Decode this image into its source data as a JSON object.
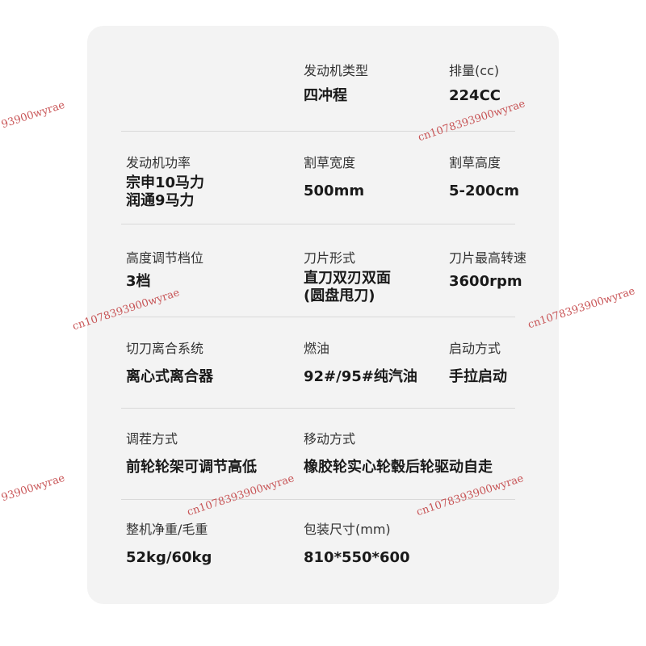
{
  "specs": {
    "row1": {
      "engine_type": {
        "label": "发动机类型",
        "value": "四冲程"
      },
      "displacement": {
        "label": "排量(cc)",
        "value": "224CC"
      }
    },
    "row2": {
      "engine_power": {
        "label": "发动机功率",
        "value_line1": "宗申10马力",
        "value_line2": "润通9马力"
      },
      "cutting_width": {
        "label": "割草宽度",
        "value": "500mm"
      },
      "cutting_height": {
        "label": "割草高度",
        "value": "5-200cm"
      }
    },
    "row3": {
      "height_gears": {
        "label": "高度调节档位",
        "value": "3档"
      },
      "blade_type": {
        "label": "刀片形式",
        "value_line1": "直刀双刃双面",
        "value_line2": "(圆盘甩刀)"
      },
      "blade_speed": {
        "label": "刀片最高转速",
        "value": "3600rpm"
      }
    },
    "row4": {
      "clutch": {
        "label": "切刀离合系统",
        "value": "离心式离合器"
      },
      "fuel": {
        "label": "燃油",
        "value": "92#/95#纯汽油"
      },
      "start": {
        "label": "启动方式",
        "value": "手拉启动"
      }
    },
    "row5": {
      "stubble": {
        "label": "调茬方式",
        "value": "前轮轮架可调节高低"
      },
      "movement": {
        "label": "移动方式",
        "value": "橡胶轮实心轮毂后轮驱动自走"
      }
    },
    "row6": {
      "weight": {
        "label": "整机净重/毛重",
        "value": "52kg/60kg"
      },
      "package": {
        "label": "包装尺寸(mm)",
        "value": "810*550*600"
      }
    }
  },
  "watermarks": {
    "text_full": "cn1078393900wyrae",
    "text_partial": "93900wyrae"
  },
  "colors": {
    "card_background": "#f3f3f3",
    "divider": "#d9d9d9",
    "watermark": "#c0393b"
  }
}
